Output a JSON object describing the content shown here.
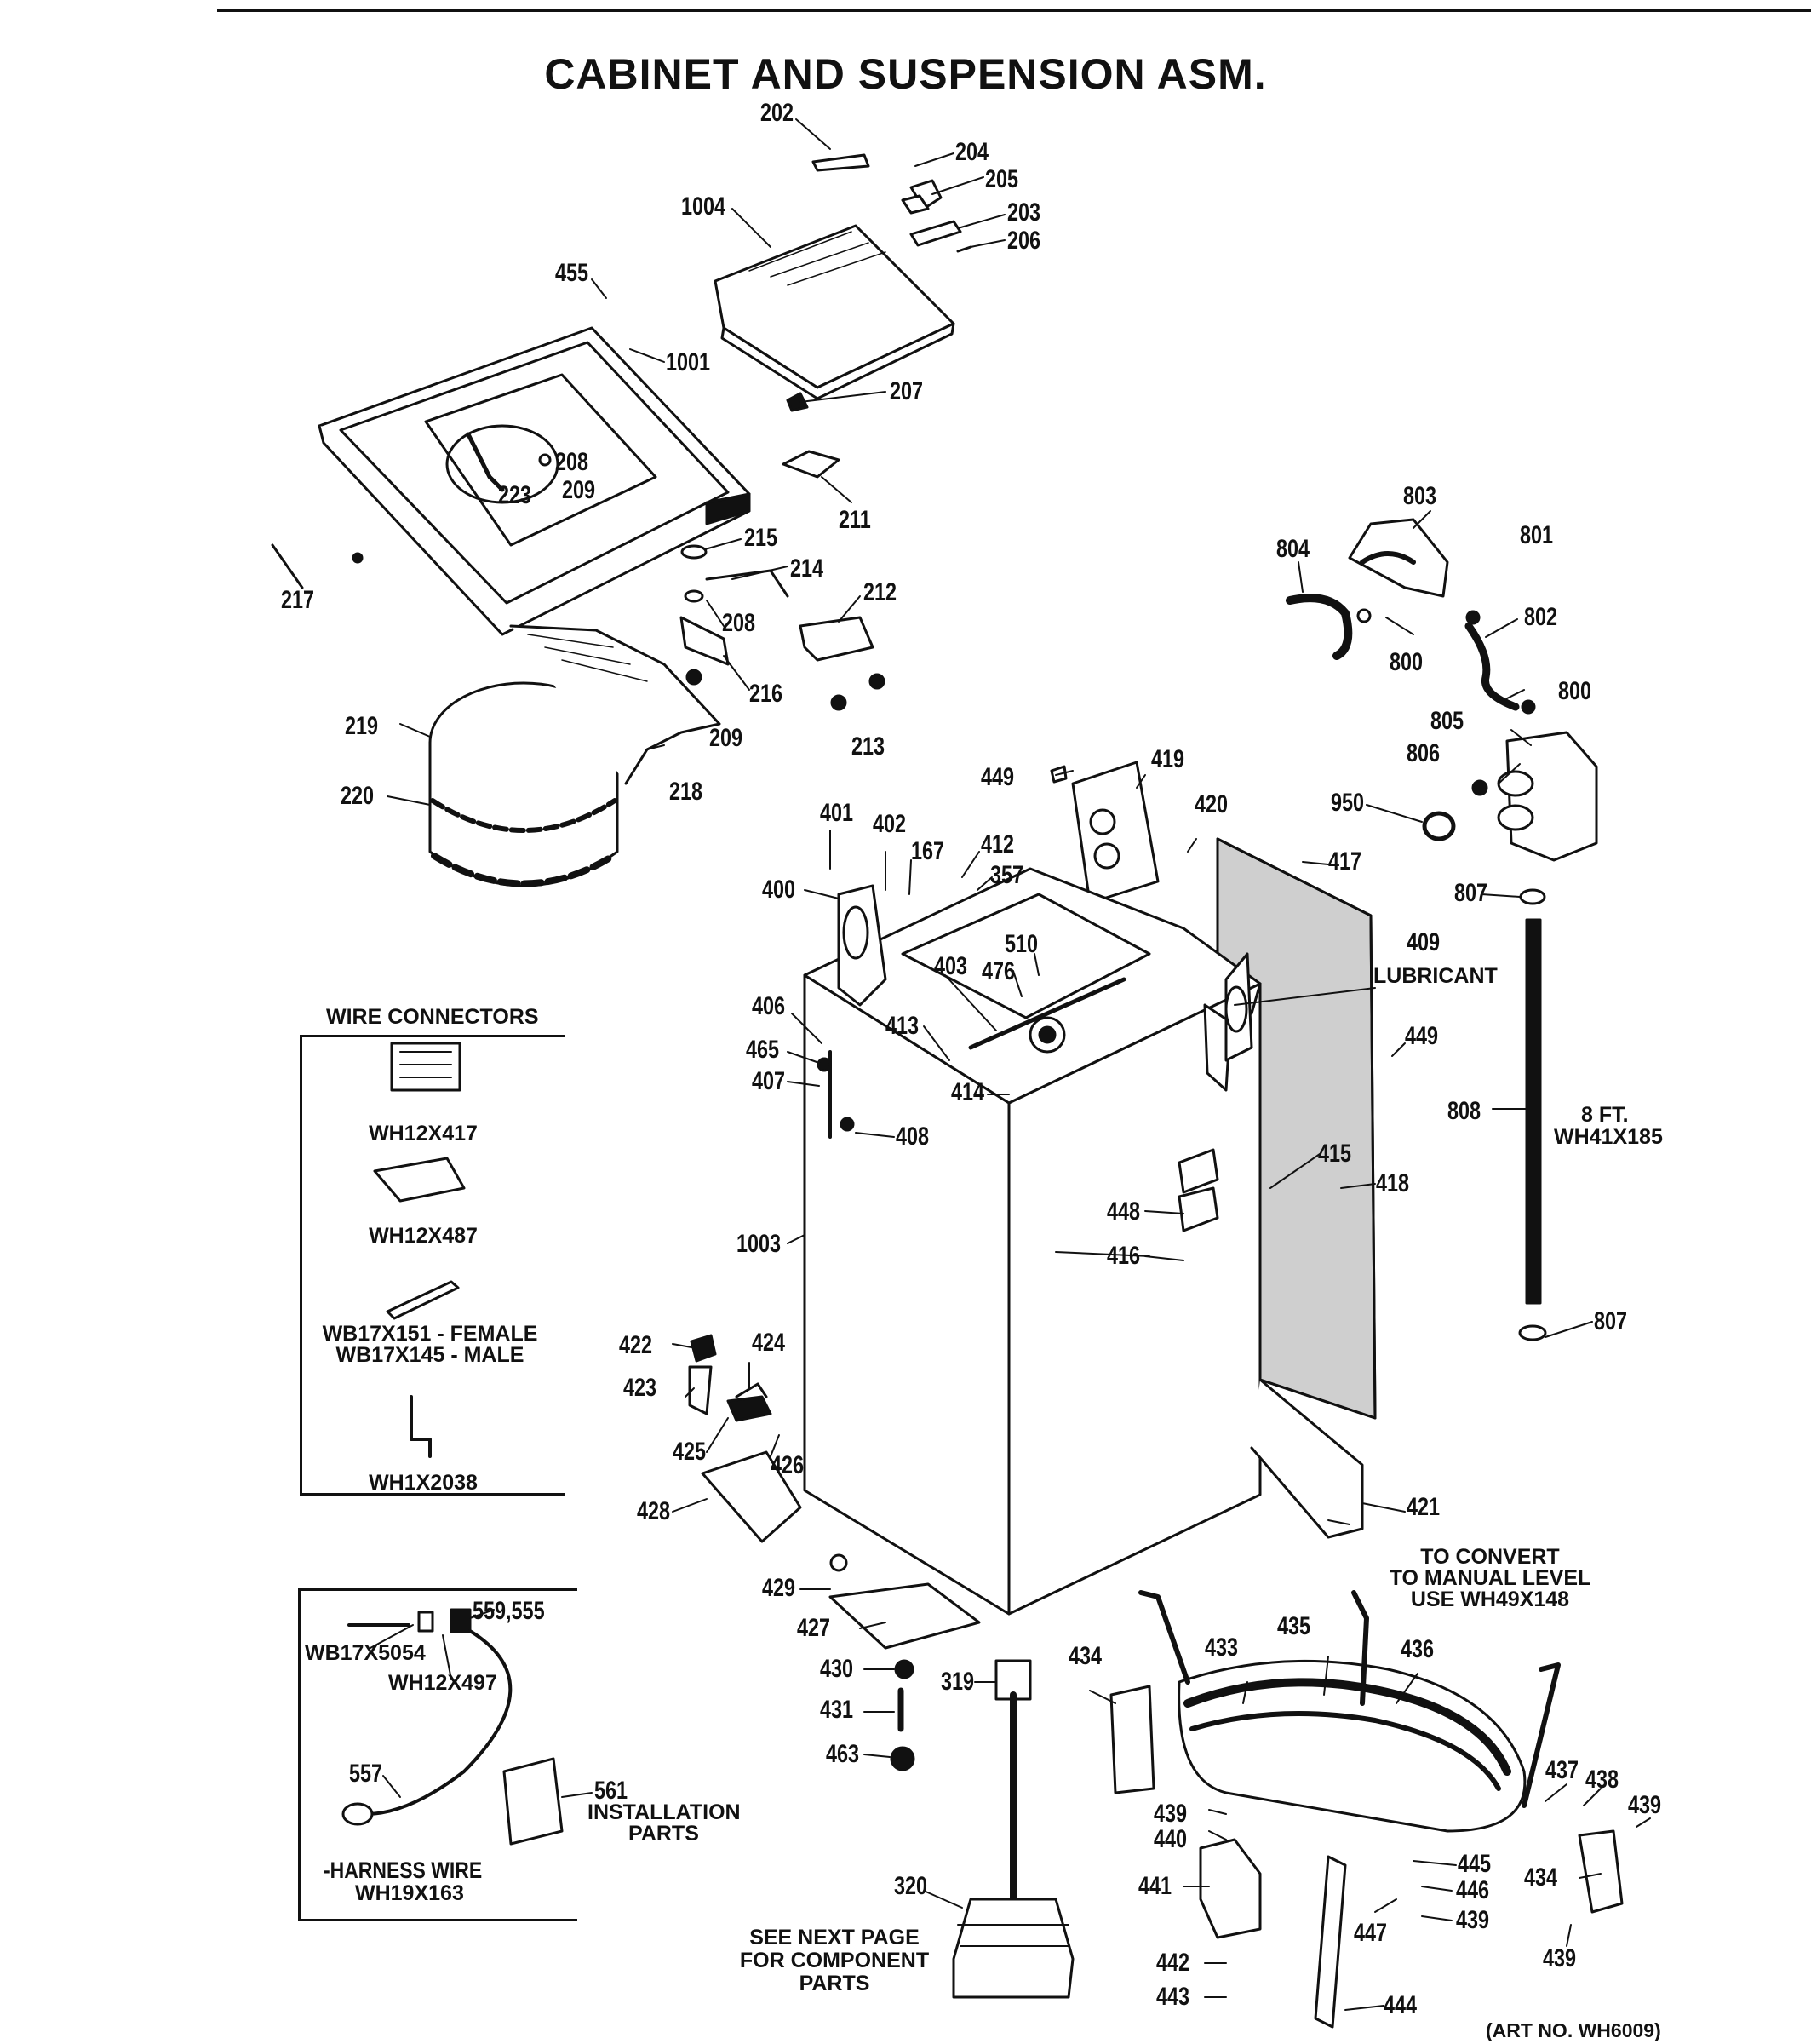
{
  "title": "CABINET AND SUSPENSION ASM.",
  "wire_connectors": {
    "heading": "WIRE CONNECTORS",
    "items": [
      "WH12X417",
      "WH12X487",
      "WB17X151 - FEMALE",
      "WB17X145 - MALE",
      "WH1X2038"
    ]
  },
  "harness": {
    "wb": "WB17X5054",
    "wh": "WH12X497",
    "part_559": "559,555",
    "part_557": "557",
    "part_561": "561",
    "installation": "INSTALLATION",
    "parts": "PARTS",
    "harness_wire": "-HARNESS WIRE",
    "harness_code": "WH19X163"
  },
  "notes": {
    "lubricant": "LUBRICANT",
    "hose_len": "8 FT.",
    "hose_code": "WH41X185",
    "convert_1": "TO CONVERT",
    "convert_2": "TO MANUAL LEVEL",
    "convert_3": "USE WH49X148",
    "next_1": "SEE NEXT PAGE",
    "next_2": "FOR COMPONENT",
    "next_3": "PARTS",
    "art_no": "(ART NO. WH6009)"
  },
  "callouts": [
    {
      "id": "c202",
      "text": "202"
    },
    {
      "id": "c204",
      "text": "204"
    },
    {
      "id": "c205",
      "text": "205"
    },
    {
      "id": "c203",
      "text": "203"
    },
    {
      "id": "c206",
      "text": "206"
    },
    {
      "id": "c1004",
      "text": "1004"
    },
    {
      "id": "c455",
      "text": "455"
    },
    {
      "id": "c1001",
      "text": "1001"
    },
    {
      "id": "c207",
      "text": "207"
    },
    {
      "id": "c208a",
      "text": "208"
    },
    {
      "id": "c209a",
      "text": "209"
    },
    {
      "id": "c223",
      "text": "223"
    },
    {
      "id": "c211",
      "text": "211"
    },
    {
      "id": "c215",
      "text": "215"
    },
    {
      "id": "c214",
      "text": "214"
    },
    {
      "id": "c212",
      "text": "212"
    },
    {
      "id": "c217",
      "text": "217"
    },
    {
      "id": "c208b",
      "text": "208"
    },
    {
      "id": "c216",
      "text": "216"
    },
    {
      "id": "c209b",
      "text": "209"
    },
    {
      "id": "c213",
      "text": "213"
    },
    {
      "id": "c219",
      "text": "219"
    },
    {
      "id": "c220",
      "text": "220"
    },
    {
      "id": "c218",
      "text": "218"
    },
    {
      "id": "c803",
      "text": "803"
    },
    {
      "id": "c801",
      "text": "801"
    },
    {
      "id": "c804",
      "text": "804"
    },
    {
      "id": "c802",
      "text": "802"
    },
    {
      "id": "c800a",
      "text": "800"
    },
    {
      "id": "c800b",
      "text": "800"
    },
    {
      "id": "c805",
      "text": "805"
    },
    {
      "id": "c806",
      "text": "806"
    },
    {
      "id": "c950",
      "text": "950"
    },
    {
      "id": "c807a",
      "text": "807"
    },
    {
      "id": "c808",
      "text": "808"
    },
    {
      "id": "c807b",
      "text": "807"
    },
    {
      "id": "c449a",
      "text": "449"
    },
    {
      "id": "c419",
      "text": "419"
    },
    {
      "id": "c420",
      "text": "420"
    },
    {
      "id": "c417",
      "text": "417"
    },
    {
      "id": "c401",
      "text": "401"
    },
    {
      "id": "c402",
      "text": "402"
    },
    {
      "id": "c167",
      "text": "167"
    },
    {
      "id": "c412",
      "text": "412"
    },
    {
      "id": "c357",
      "text": "357"
    },
    {
      "id": "c400",
      "text": "400"
    },
    {
      "id": "c510",
      "text": "510"
    },
    {
      "id": "c403",
      "text": "403"
    },
    {
      "id": "c476",
      "text": "476"
    },
    {
      "id": "c409",
      "text": "409"
    },
    {
      "id": "c449b",
      "text": "449"
    },
    {
      "id": "c406",
      "text": "406"
    },
    {
      "id": "c465",
      "text": "465"
    },
    {
      "id": "c407",
      "text": "407"
    },
    {
      "id": "c413",
      "text": "413"
    },
    {
      "id": "c414",
      "text": "414"
    },
    {
      "id": "c408",
      "text": "408"
    },
    {
      "id": "c415",
      "text": "415"
    },
    {
      "id": "c418",
      "text": "418"
    },
    {
      "id": "c448",
      "text": "448"
    },
    {
      "id": "c416",
      "text": "416"
    },
    {
      "id": "c1003",
      "text": "1003"
    },
    {
      "id": "c422",
      "text": "422"
    },
    {
      "id": "c424",
      "text": "424"
    },
    {
      "id": "c423",
      "text": "423"
    },
    {
      "id": "c425",
      "text": "425"
    },
    {
      "id": "c426",
      "text": "426"
    },
    {
      "id": "c428",
      "text": "428"
    },
    {
      "id": "c421",
      "text": "421"
    },
    {
      "id": "c429",
      "text": "429"
    },
    {
      "id": "c427",
      "text": "427"
    },
    {
      "id": "c430",
      "text": "430"
    },
    {
      "id": "c431",
      "text": "431"
    },
    {
      "id": "c463",
      "text": "463"
    },
    {
      "id": "c319",
      "text": "319"
    },
    {
      "id": "c320",
      "text": "320"
    },
    {
      "id": "c434a",
      "text": "434"
    },
    {
      "id": "c433",
      "text": "433"
    },
    {
      "id": "c435",
      "text": "435"
    },
    {
      "id": "c436",
      "text": "436"
    },
    {
      "id": "c437",
      "text": "437"
    },
    {
      "id": "c438",
      "text": "438"
    },
    {
      "id": "c439a",
      "text": "439"
    },
    {
      "id": "c439b",
      "text": "439"
    },
    {
      "id": "c440",
      "text": "440"
    },
    {
      "id": "c441",
      "text": "441"
    },
    {
      "id": "c445",
      "text": "445"
    },
    {
      "id": "c446",
      "text": "446"
    },
    {
      "id": "c439c",
      "text": "439"
    },
    {
      "id": "c447",
      "text": "447"
    },
    {
      "id": "c434b",
      "text": "434"
    },
    {
      "id": "c439d",
      "text": "439"
    },
    {
      "id": "c442",
      "text": "442"
    },
    {
      "id": "c443",
      "text": "443"
    },
    {
      "id": "c444",
      "text": "444"
    }
  ]
}
